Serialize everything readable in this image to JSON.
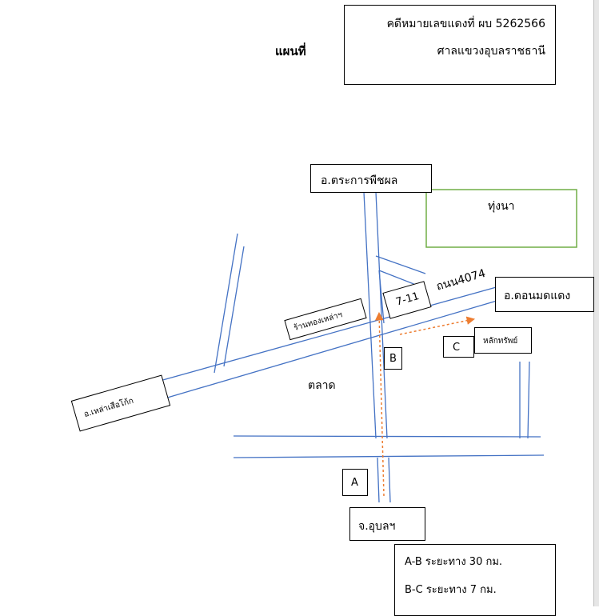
{
  "header": {
    "map_title": "แผนที่",
    "case_number": "คดีหมายเลขแดงที่ ผบ 5262566",
    "court": "ศาลแขวงอุบลราชธานี"
  },
  "places": {
    "north_district": "อ.ตระการพืชผล",
    "rice_field": "ทุ่งนา",
    "road": "ถนน4074",
    "seven_eleven": "7-11",
    "east_district": "อ.ดอนมดแดง",
    "gold_shop": "ร้านทองเหล่าฯ",
    "point_b": "B",
    "point_c": "C",
    "landmark": "หลักทรัพย์",
    "west_district": "อ.เหล่าเสือโก้ก",
    "market": "ตลาด",
    "point_a": "A",
    "province": "จ.อุบลฯ"
  },
  "distances": {
    "ab": "A-B ระยะทาง 30 กม.",
    "bc": "B-C ระยะทาง 7 กม."
  },
  "colors": {
    "road": "#4472c4",
    "field": "#70ad47",
    "route": "#ed7d31"
  }
}
